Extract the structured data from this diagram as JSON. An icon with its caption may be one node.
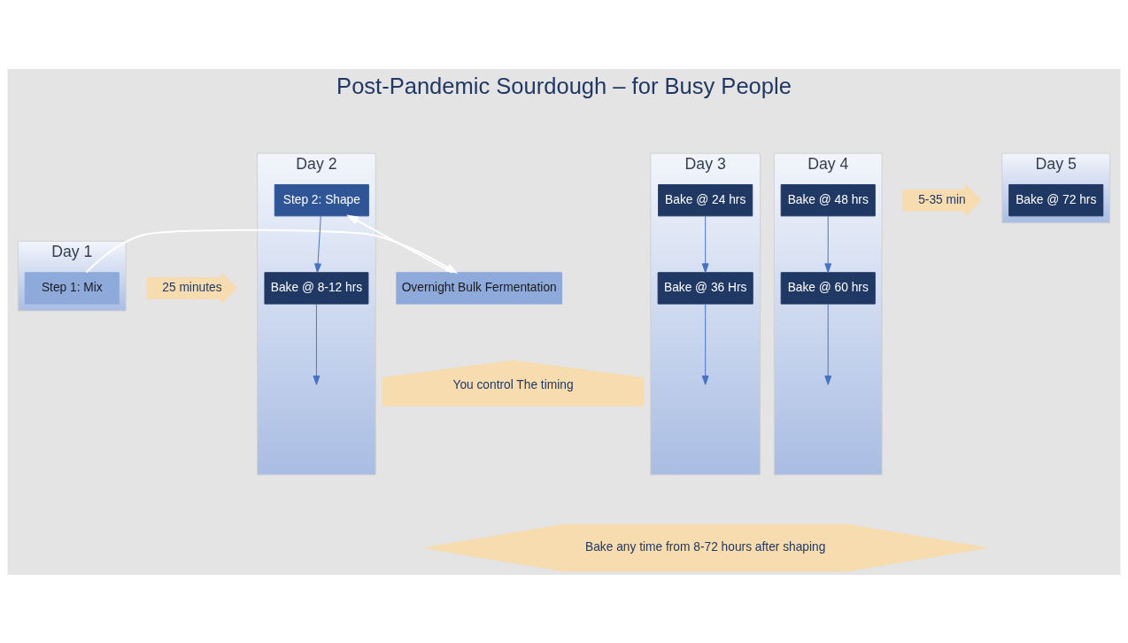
{
  "diagram": {
    "title": "Post-Pandemic Sourdough – for Busy People",
    "nodes": [
      {
        "text": [
          "Day 1"
        ]
      },
      {
        "text": [
          "Step 1: Mix"
        ],
        "in": 0
      },
      {
        "text": [
          "25 minutes"
        ]
      },
      {
        "text": [
          "Overnight Bulk Fermentation"
        ]
      },
      {
        "text": [
          "You control The timing"
        ]
      },
      {
        "text": [
          "5-35 min"
        ]
      },
      {
        "text": [
          "Day 2"
        ]
      },
      {
        "text": [
          "Step 2: Shape"
        ],
        "in": 6
      },
      {
        "text": [
          "Bake @ 8-12 hrs"
        ],
        "in": 6
      },
      {
        "text": [
          "Day 3"
        ]
      },
      {
        "text": [
          "Bake @ 24 hrs"
        ],
        "in": 9
      },
      {
        "text": [
          "Bake @ 36 Hrs"
        ],
        "in": 9
      },
      {
        "text": [
          "Day 4"
        ]
      },
      {
        "text": [
          "Bake @ 48 hrs"
        ],
        "in": 12
      },
      {
        "text": [
          "Bake @ 60 hrs"
        ],
        "in": 12
      },
      {
        "text": [
          "Day 5"
        ]
      },
      {
        "text": [
          "Bake @ 72 hrs"
        ],
        "in": 15
      },
      {
        "text": [
          "Bake any time from 8-72 hours after shaping"
        ]
      }
    ],
    "edges": [
      {
        "from": 1,
        "to": 3,
        "arrow": "to",
        "color": "#ffffff"
      },
      {
        "from": 3,
        "to": 7,
        "arrow": "to",
        "color": "#ffffff"
      },
      {
        "from": 7,
        "to": 8,
        "arrow": "to"
      },
      {
        "from": 8,
        "to": null,
        "arrow": "to"
      },
      {
        "from": 10,
        "to": 11,
        "arrow": "to"
      },
      {
        "from": 11,
        "to": null,
        "arrow": "to"
      },
      {
        "from": 13,
        "to": 14,
        "arrow": "to"
      },
      {
        "from": 14,
        "to": null,
        "arrow": "to"
      }
    ]
  }
}
